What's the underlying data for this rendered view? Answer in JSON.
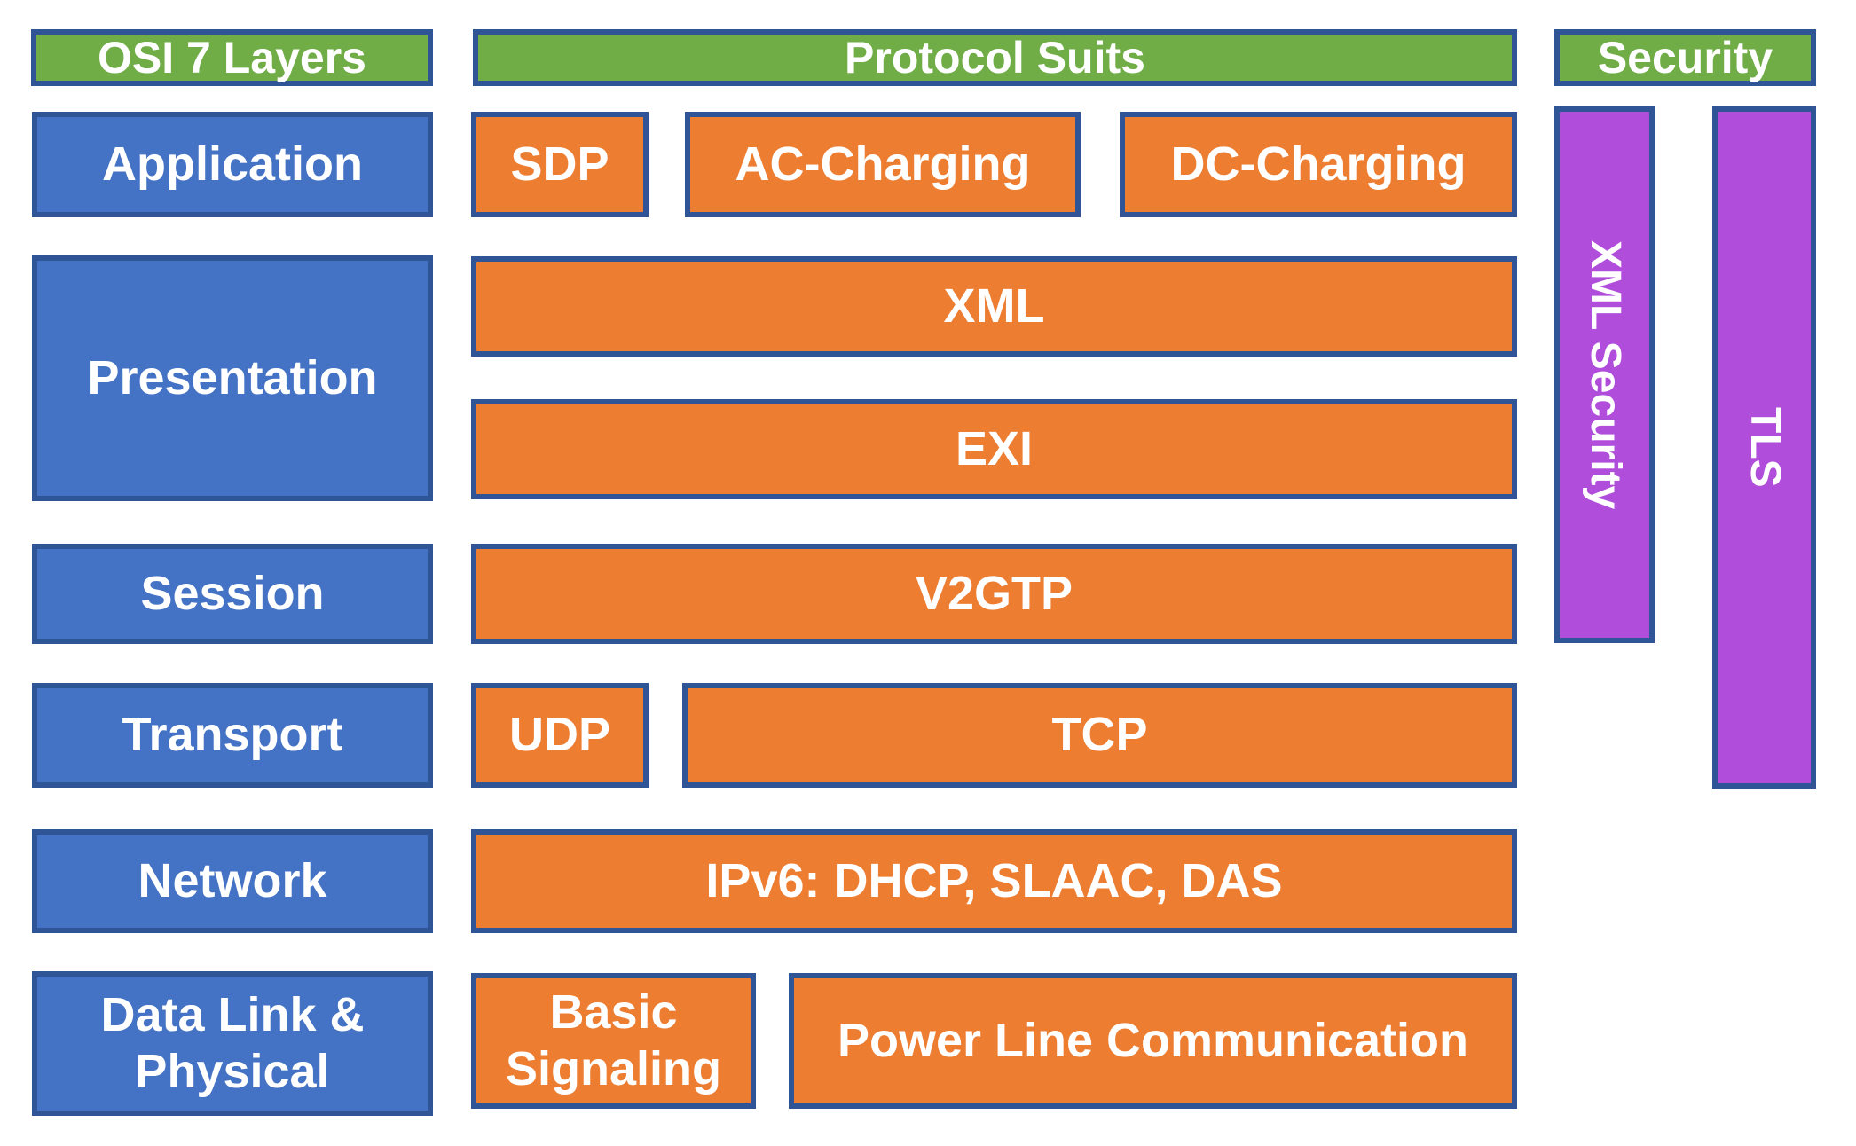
{
  "colors": {
    "green": "#70AD47",
    "blue": "#4472C4",
    "orange": "#ED7D31",
    "purple": "#B04DDB",
    "border": "#2F5597",
    "text": "#FFFFFF",
    "background": "#FFFFFF"
  },
  "headers": {
    "osi": "OSI 7 Layers",
    "protocols": "Protocol Suits",
    "security": "Security"
  },
  "osi": {
    "application": "Application",
    "presentation": "Presentation",
    "session": "Session",
    "transport": "Transport",
    "network": "Network",
    "datalink": "Data Link & Physical"
  },
  "protocols": {
    "sdp": "SDP",
    "ac_charging": "AC-Charging",
    "dc_charging": "DC-Charging",
    "xml": "XML",
    "exi": "EXI",
    "v2gtp": "V2GTP",
    "udp": "UDP",
    "tcp": "TCP",
    "ipv6": "IPv6: DHCP, SLAAC, DAS",
    "basic_signaling": "Basic Signaling",
    "plc": "Power Line Communication"
  },
  "security": {
    "xml_security": "XML Security",
    "tls": "TLS"
  }
}
